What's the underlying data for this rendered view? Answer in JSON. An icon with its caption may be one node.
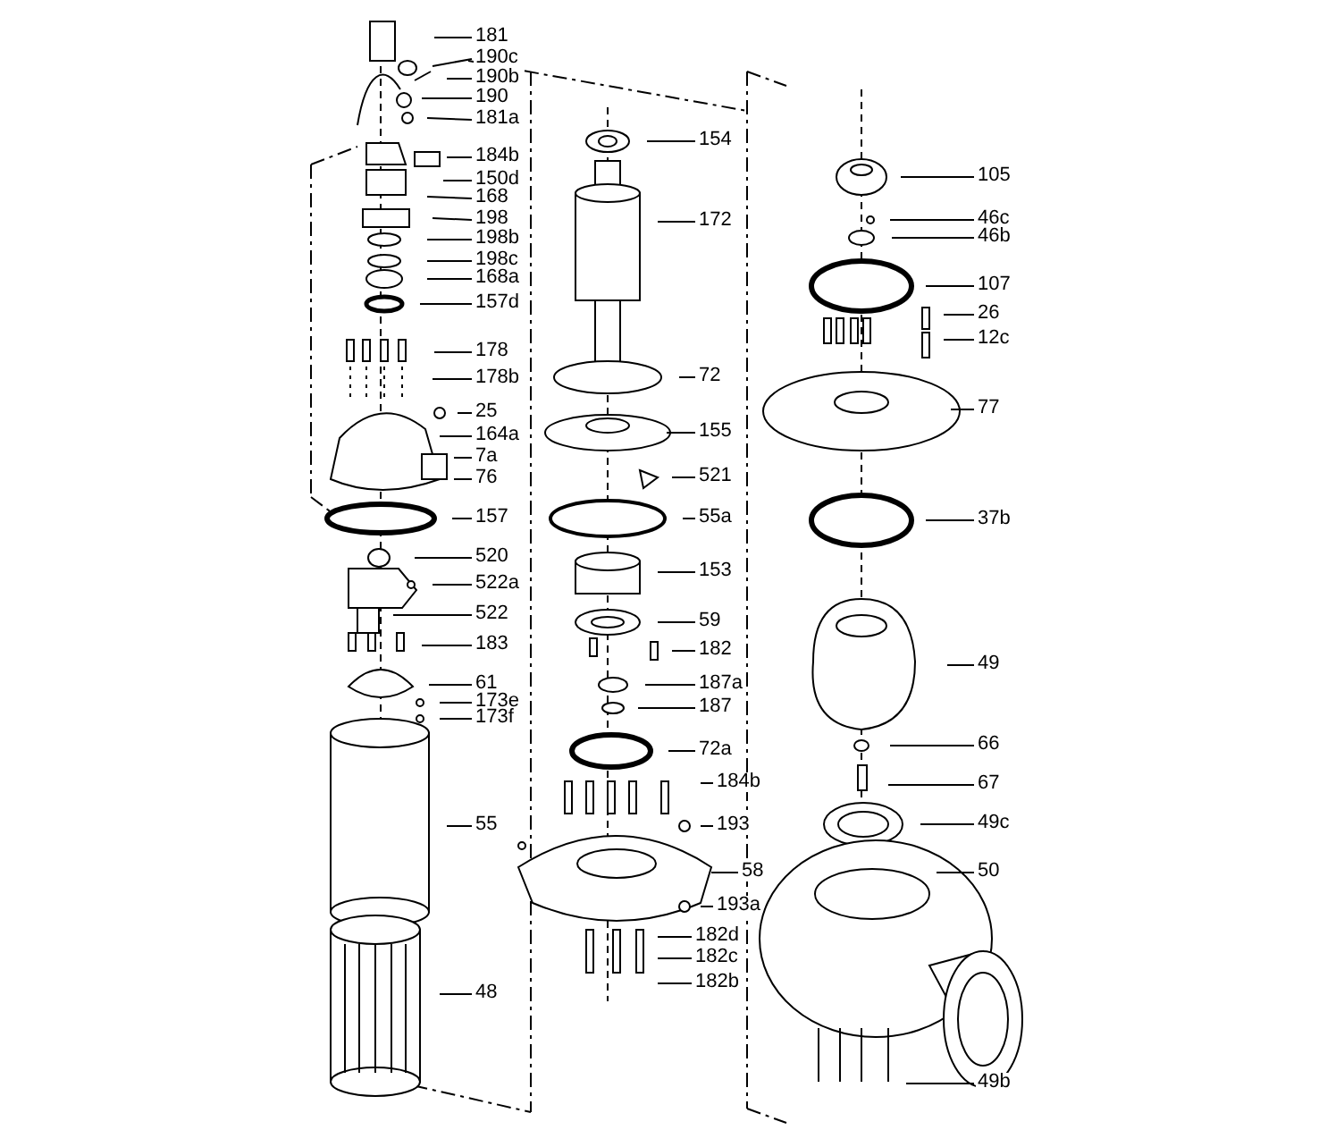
{
  "diagram": {
    "nodes": [
      {
        "text": [
          "181"
        ]
      },
      {
        "text": [
          "190c"
        ]
      },
      {
        "text": [
          "190b"
        ]
      },
      {
        "text": [
          "190"
        ]
      },
      {
        "text": [
          "181a"
        ]
      },
      {
        "text": [
          "184b"
        ]
      },
      {
        "text": [
          "150d"
        ]
      },
      {
        "text": [
          "168"
        ]
      },
      {
        "text": [
          "198"
        ]
      },
      {
        "text": [
          "198b"
        ]
      },
      {
        "text": [
          "198c"
        ]
      },
      {
        "text": [
          "168a"
        ]
      },
      {
        "text": [
          "157d"
        ]
      },
      {
        "text": [
          "178"
        ]
      },
      {
        "text": [
          "178b"
        ]
      },
      {
        "text": [
          "25"
        ]
      },
      {
        "text": [
          "164a"
        ]
      },
      {
        "text": [
          "7a"
        ]
      },
      {
        "text": [
          "76"
        ]
      },
      {
        "text": [
          "157"
        ]
      },
      {
        "text": [
          "520"
        ]
      },
      {
        "text": [
          "522a"
        ]
      },
      {
        "text": [
          "522"
        ]
      },
      {
        "text": [
          "183"
        ]
      },
      {
        "text": [
          "61"
        ]
      },
      {
        "text": [
          "173e"
        ]
      },
      {
        "text": [
          "173f"
        ]
      },
      {
        "text": [
          "55"
        ]
      },
      {
        "text": [
          "48"
        ]
      },
      {
        "text": [
          "154"
        ]
      },
      {
        "text": [
          "172"
        ]
      },
      {
        "text": [
          "72"
        ]
      },
      {
        "text": [
          "155"
        ]
      },
      {
        "text": [
          "521"
        ]
      },
      {
        "text": [
          "55a"
        ]
      },
      {
        "text": [
          "153"
        ]
      },
      {
        "text": [
          "59"
        ]
      },
      {
        "text": [
          "182"
        ]
      },
      {
        "text": [
          "187a"
        ]
      },
      {
        "text": [
          "187"
        ]
      },
      {
        "text": [
          "72a"
        ]
      },
      {
        "text": [
          "184b"
        ]
      },
      {
        "text": [
          "193"
        ]
      },
      {
        "text": [
          "58"
        ]
      },
      {
        "text": [
          "193a"
        ]
      },
      {
        "text": [
          "182d"
        ]
      },
      {
        "text": [
          "182c"
        ]
      },
      {
        "text": [
          "182b"
        ]
      },
      {
        "text": [
          "105"
        ]
      },
      {
        "text": [
          "46c"
        ]
      },
      {
        "text": [
          "46b"
        ]
      },
      {
        "text": [
          "107"
        ]
      },
      {
        "text": [
          "26"
        ]
      },
      {
        "text": [
          "12c"
        ]
      },
      {
        "text": [
          "77"
        ]
      },
      {
        "text": [
          "37b"
        ]
      },
      {
        "text": [
          "49"
        ]
      },
      {
        "text": [
          "66"
        ]
      },
      {
        "text": [
          "67"
        ]
      },
      {
        "text": [
          "49c"
        ]
      },
      {
        "text": [
          "50"
        ]
      },
      {
        "text": [
          "49b"
        ]
      }
    ],
    "edges": [
      {
        "from": 0,
        "to": null,
        "arrow": "none"
      },
      {
        "from": 1,
        "to": null,
        "arrow": "none"
      },
      {
        "from": 2,
        "to": null,
        "arrow": "none"
      },
      {
        "from": 3,
        "to": null,
        "arrow": "none"
      },
      {
        "from": 4,
        "to": null,
        "arrow": "none"
      },
      {
        "from": 5,
        "to": null,
        "arrow": "none"
      },
      {
        "from": 6,
        "to": null,
        "arrow": "none"
      },
      {
        "from": 7,
        "to": null,
        "arrow": "none"
      },
      {
        "from": 8,
        "to": null,
        "arrow": "none"
      },
      {
        "from": 9,
        "to": null,
        "arrow": "none"
      },
      {
        "from": 10,
        "to": null,
        "arrow": "none"
      },
      {
        "from": 11,
        "to": null,
        "arrow": "none"
      },
      {
        "from": 12,
        "to": null,
        "arrow": "none"
      },
      {
        "from": 13,
        "to": null,
        "arrow": "none"
      },
      {
        "from": 14,
        "to": null,
        "arrow": "none"
      },
      {
        "from": 15,
        "to": null,
        "arrow": "none"
      },
      {
        "from": 16,
        "to": null,
        "arrow": "none"
      },
      {
        "from": 17,
        "to": null,
        "arrow": "none"
      },
      {
        "from": 18,
        "to": null,
        "arrow": "none"
      },
      {
        "from": 19,
        "to": null,
        "arrow": "none"
      },
      {
        "from": 20,
        "to": null,
        "arrow": "none"
      },
      {
        "from": 21,
        "to": null,
        "arrow": "none"
      },
      {
        "from": 22,
        "to": null,
        "arrow": "none"
      },
      {
        "from": 23,
        "to": null,
        "arrow": "none"
      },
      {
        "from": 24,
        "to": null,
        "arrow": "none"
      },
      {
        "from": 25,
        "to": null,
        "arrow": "none"
      },
      {
        "from": 26,
        "to": null,
        "arrow": "none"
      },
      {
        "from": 27,
        "to": null,
        "arrow": "none"
      },
      {
        "from": 28,
        "to": null,
        "arrow": "none"
      },
      {
        "from": 29,
        "to": null,
        "arrow": "none"
      },
      {
        "from": 30,
        "to": null,
        "arrow": "none"
      },
      {
        "from": 31,
        "to": null,
        "arrow": "none"
      },
      {
        "from": 32,
        "to": null,
        "arrow": "none"
      },
      {
        "from": 33,
        "to": null,
        "arrow": "none"
      },
      {
        "from": 34,
        "to": null,
        "arrow": "none"
      },
      {
        "from": 35,
        "to": null,
        "arrow": "none"
      },
      {
        "from": 36,
        "to": null,
        "arrow": "none"
      },
      {
        "from": 37,
        "to": null,
        "arrow": "none"
      },
      {
        "from": 38,
        "to": null,
        "arrow": "none"
      },
      {
        "from": 39,
        "to": null,
        "arrow": "none"
      },
      {
        "from": 40,
        "to": null,
        "arrow": "none"
      },
      {
        "from": 41,
        "to": null,
        "arrow": "none"
      },
      {
        "from": 42,
        "to": null,
        "arrow": "none"
      },
      {
        "from": 43,
        "to": null,
        "arrow": "none"
      },
      {
        "from": 44,
        "to": null,
        "arrow": "none"
      },
      {
        "from": 45,
        "to": null,
        "arrow": "none"
      },
      {
        "from": 46,
        "to": null,
        "arrow": "none"
      },
      {
        "from": 47,
        "to": null,
        "arrow": "none"
      },
      {
        "from": 48,
        "to": null,
        "arrow": "none"
      },
      {
        "from": 49,
        "to": null,
        "arrow": "none"
      },
      {
        "from": 50,
        "to": null,
        "arrow": "none"
      },
      {
        "from": 51,
        "to": null,
        "arrow": "none"
      },
      {
        "from": 52,
        "to": null,
        "arrow": "none"
      },
      {
        "from": 53,
        "to": null,
        "arrow": "none"
      },
      {
        "from": 54,
        "to": null,
        "arrow": "none"
      },
      {
        "from": 55,
        "to": null,
        "arrow": "none"
      },
      {
        "from": 56,
        "to": null,
        "arrow": "none"
      },
      {
        "from": 57,
        "to": null,
        "arrow": "none"
      },
      {
        "from": 58,
        "to": null,
        "arrow": "none"
      },
      {
        "from": 59,
        "to": null,
        "arrow": "none"
      },
      {
        "from": 60,
        "to": null,
        "arrow": "none"
      },
      {
        "from": 61,
        "to": null,
        "arrow": "none"
      }
    ]
  }
}
